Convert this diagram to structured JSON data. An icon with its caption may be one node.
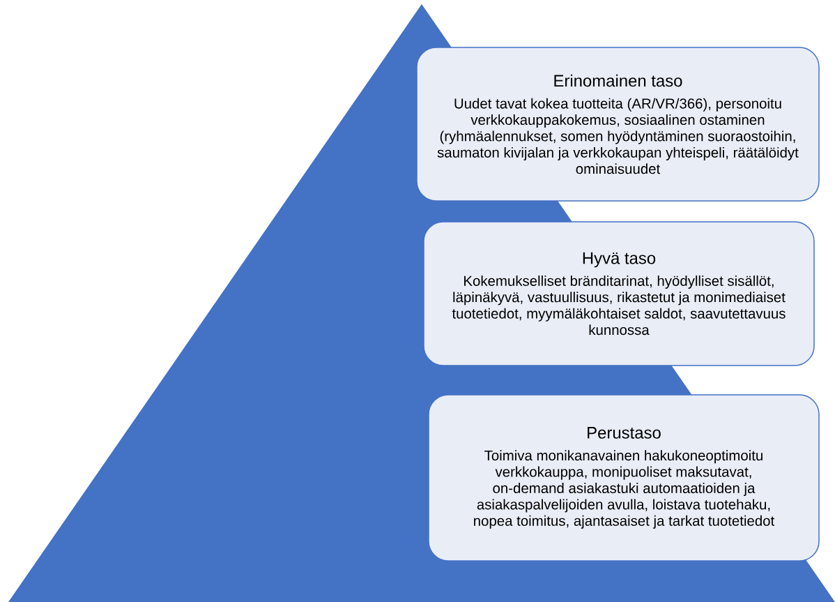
{
  "diagram": {
    "nodes": [
      {
        "text": [
          "Erinomainen taso",
          "Uudet tavat kokea tuotteita (AR/VR/366), personoitu verkkokauppakokemus, sosiaalinen ostaminen (ryhmäalennukset, somen hyödyntäminen suoraostoihin, saumaton kivijalan ja verkkokaupan yhteispeli, räätälöidyt ominaisuudet"
        ]
      },
      {
        "text": [
          "Hyvä taso",
          "Kokemukselliset bränditarinat, hyödylliset sisällöt, läpinäkyvä, vastuullisuus, rikastetut ja monimediaiset tuotetiedot, myymäläkohtaiset saldot, saavutettavuus kunnossa"
        ]
      },
      {
        "text": [
          "Perustaso",
          "Toimiva monikanavainen hakukoneoptimoitu verkkokauppa, monipuoliset maksutavat, on-demand asiakastuki automaatioiden ja asiakaspalvelijoiden avulla, loistava tuotehaku, nopea toimitus, ajantasaiset ja tarkat tuotetiedot"
        ]
      }
    ]
  }
}
